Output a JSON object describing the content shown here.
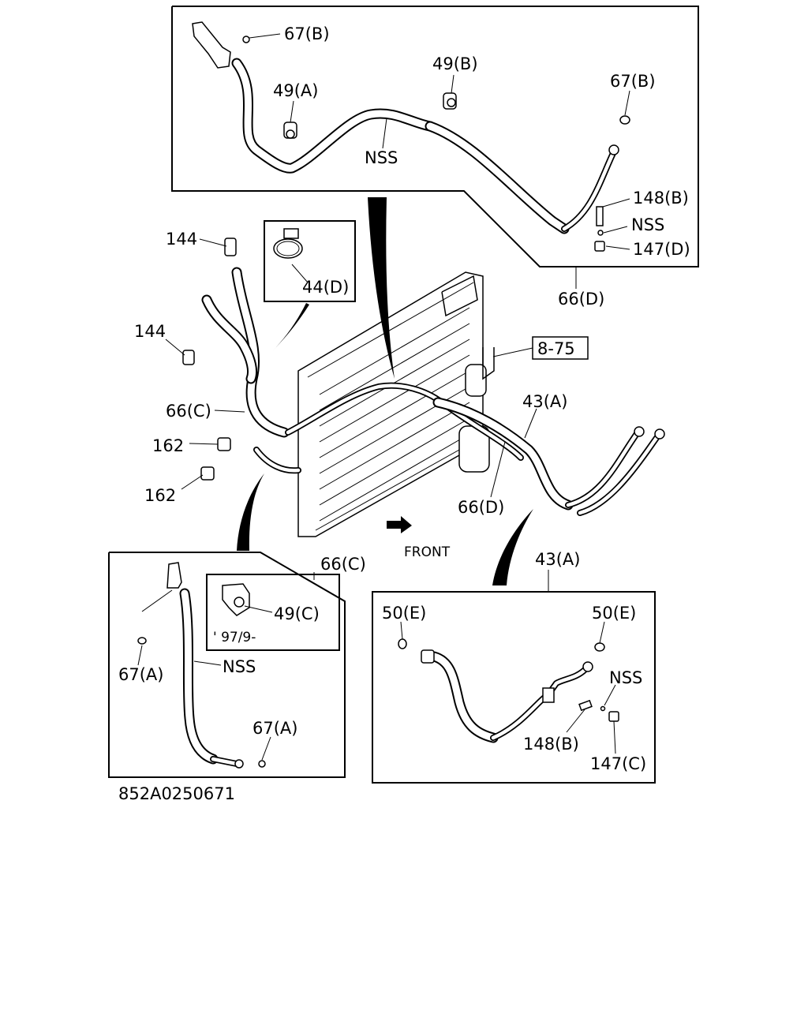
{
  "diagram_id": "852A0250671",
  "front_label": "FRONT",
  "top_inset": {
    "callouts": [
      "67(B)",
      "49(B)",
      "49(A)",
      "67(B)",
      "NSS",
      "148(B)",
      "NSS",
      "147(D)"
    ]
  },
  "main_view": {
    "callouts": [
      "144",
      "44(D)",
      "144",
      "66(C)",
      "162",
      "162",
      "66(D)",
      "8-75",
      "43(A)",
      "66(D)"
    ]
  },
  "left_inset": {
    "title_ref": "66(C)",
    "sub_inset": {
      "callout": "49(C)",
      "date_note": "' 97/9-"
    },
    "callouts": [
      "67(A)",
      "NSS",
      "67(A)"
    ]
  },
  "right_inset": {
    "title_ref": "43(A)",
    "callouts": [
      "50(E)",
      "50(E)",
      "NSS",
      "148(B)",
      "147(C)"
    ]
  }
}
